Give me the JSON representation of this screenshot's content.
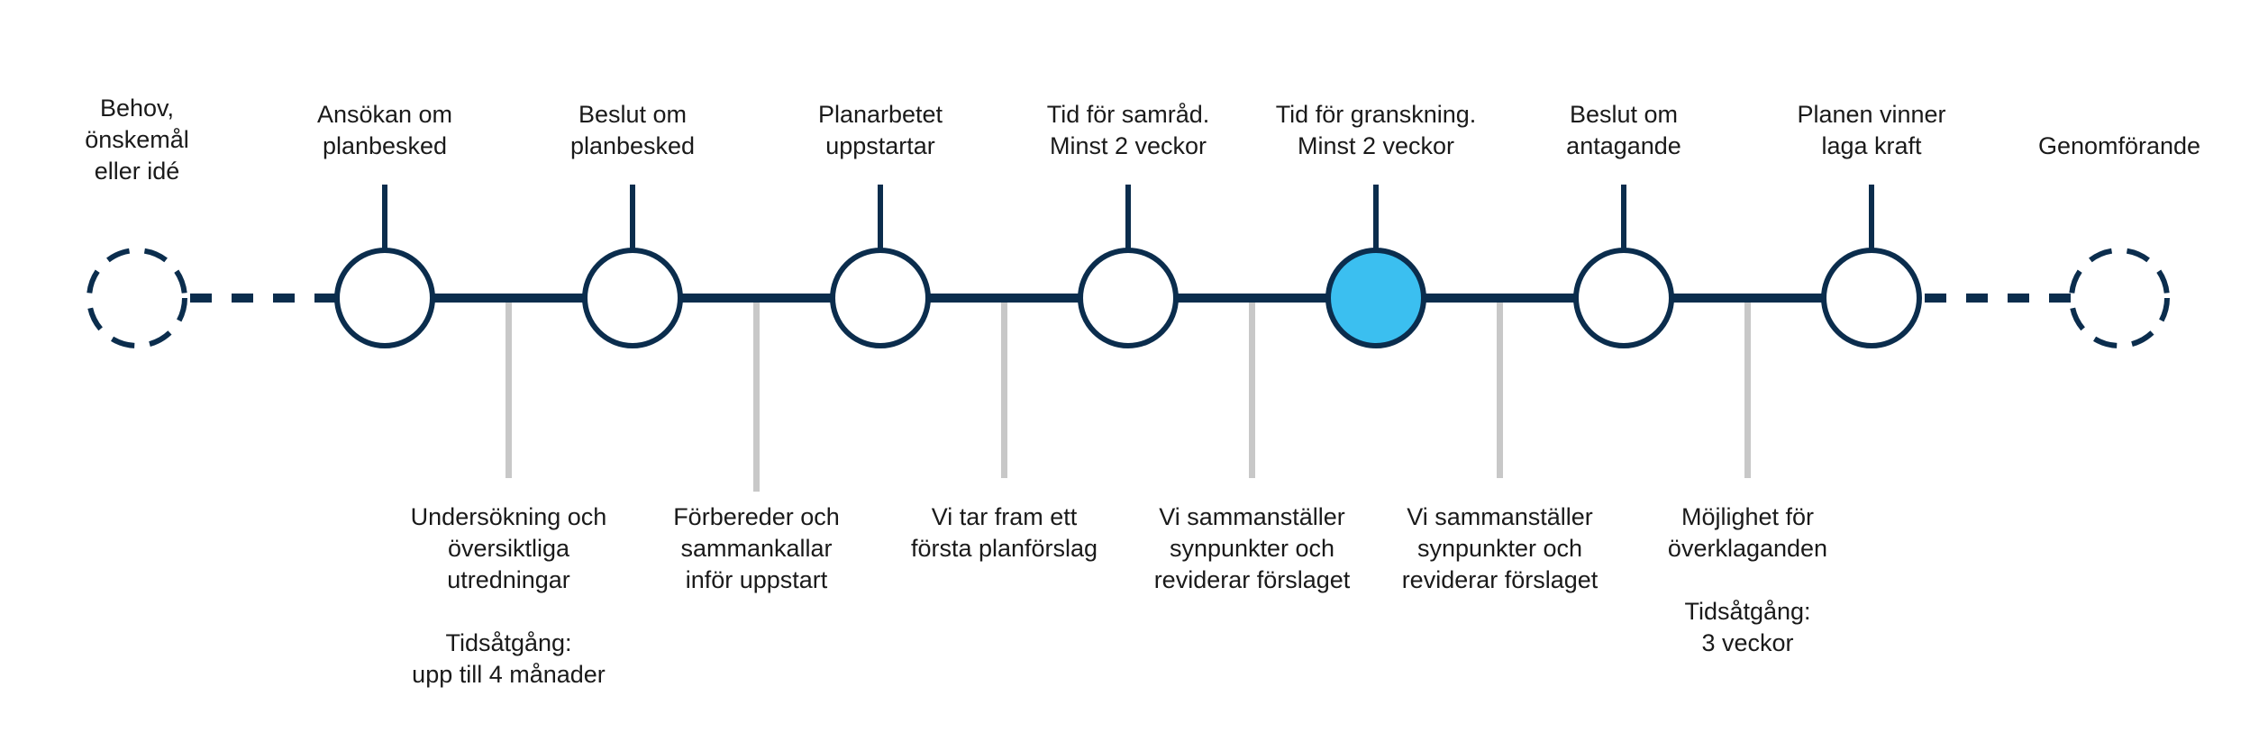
{
  "colors": {
    "navy": "#0b2d4d",
    "active_fill": "#3bbff0",
    "grey_connector": "#c8c8c8",
    "text": "#1a1a1a"
  },
  "milestones": [
    {
      "id": "need",
      "lines": [
        "Behov,",
        "önskemål",
        "eller idé"
      ],
      "style": "dashed"
    },
    {
      "id": "application",
      "lines": [
        "Ansökan om",
        "planbesked"
      ],
      "style": "solid"
    },
    {
      "id": "decision-planbesked",
      "lines": [
        "Beslut om",
        "planbesked"
      ],
      "style": "solid"
    },
    {
      "id": "planning-start",
      "lines": [
        "Planarbetet",
        "uppstartar"
      ],
      "style": "solid"
    },
    {
      "id": "consultation",
      "lines": [
        "Tid för samråd.",
        "Minst 2 veckor"
      ],
      "style": "solid"
    },
    {
      "id": "review",
      "lines": [
        "Tid för granskning.",
        "Minst 2 veckor"
      ],
      "style": "active"
    },
    {
      "id": "adoption",
      "lines": [
        "Beslut om",
        "antagande"
      ],
      "style": "solid"
    },
    {
      "id": "legal-force",
      "lines": [
        "Planen vinner",
        "laga kraft"
      ],
      "style": "solid"
    },
    {
      "id": "implementation",
      "lines": [
        "Genomförande"
      ],
      "style": "dashed"
    }
  ],
  "steps": [
    {
      "id": "investigation",
      "lines": [
        "Undersökning och",
        "översiktliga",
        "utredningar",
        "",
        "Tidsåtgång:",
        "upp till 4 månader"
      ]
    },
    {
      "id": "preparation",
      "lines": [
        "Förbereder och",
        "sammankallar",
        "inför uppstart"
      ]
    },
    {
      "id": "first-proposal",
      "lines": [
        "Vi tar fram ett",
        "första planförslag"
      ]
    },
    {
      "id": "compile-1",
      "lines": [
        "Vi sammanställer",
        "synpunkter och",
        "reviderar förslaget"
      ]
    },
    {
      "id": "compile-2",
      "lines": [
        "Vi sammanställer",
        "synpunkter och",
        "reviderar förslaget"
      ]
    },
    {
      "id": "appeal",
      "lines": [
        "Möjlighet för",
        "överklaganden",
        "",
        "Tidsåtgång:",
        "3 veckor"
      ]
    }
  ]
}
